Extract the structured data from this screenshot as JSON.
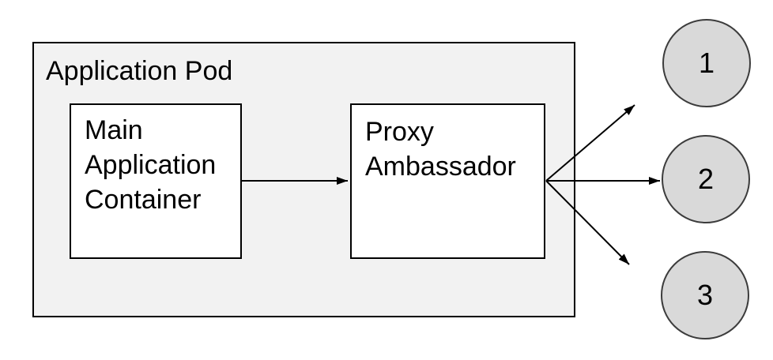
{
  "diagram": {
    "pod": {
      "label": "Application Pod"
    },
    "nodes": [
      {
        "id": "main-application-container",
        "label": "Main Application Container"
      },
      {
        "id": "proxy-ambassador",
        "label": "Proxy Ambassador"
      }
    ],
    "endpoints": [
      {
        "label": "1"
      },
      {
        "label": "2"
      },
      {
        "label": "3"
      }
    ],
    "edges": [
      {
        "from": "main-application-container",
        "to": "proxy-ambassador"
      },
      {
        "from": "proxy-ambassador",
        "to": "1"
      },
      {
        "from": "proxy-ambassador",
        "to": "2"
      },
      {
        "from": "proxy-ambassador",
        "to": "3"
      }
    ],
    "colors": {
      "pod_fill": "#f2f2f2",
      "node_fill": "#ffffff",
      "endpoint_fill": "#d9d9d9",
      "stroke": "#000000",
      "endpoint_stroke": "#3c3c3c"
    }
  }
}
